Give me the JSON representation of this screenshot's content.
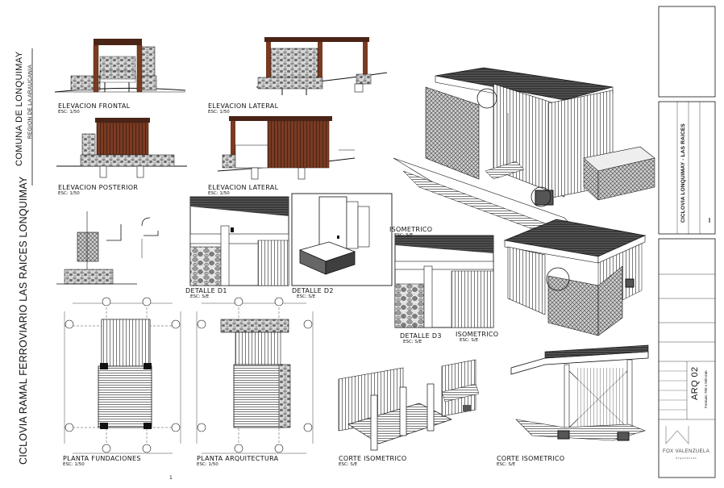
{
  "sheet": {
    "comuna": "COMUNA DE LONQUIMAY",
    "region": "REGION DE LA ARAUCANIA",
    "project_title": "CICLOVIA RAMAL FERROVIARIO LAS RAICES LONQUIMAY",
    "page_number": "1"
  },
  "views": {
    "elev_frontal": {
      "title": "ELEVACION FRONTAL",
      "scale": "ESC: 1/50"
    },
    "elev_lateral_1": {
      "title": "ELEVACION LATERAL",
      "scale": "ESC: 1/50"
    },
    "elev_posterior": {
      "title": "ELEVACION POSTERIOR",
      "scale": "ESC: 1/50"
    },
    "elev_lateral_2": {
      "title": "ELEVACION LATERAL",
      "scale": "ESC: 1/50"
    },
    "detalle_d1": {
      "title": "DETALLE D1",
      "scale": "ESC: S/E"
    },
    "detalle_d2": {
      "title": "DETALLE D2",
      "scale": "ESC: S/E"
    },
    "isometrico_1": {
      "title": "ISOMETRICO",
      "scale": "ESC: S/E"
    },
    "detalle_d3": {
      "title": "DETALLE D3",
      "scale": "ESC: S/E"
    },
    "isometrico_2": {
      "title": "ISOMETRICO",
      "scale": "ESC: S/E"
    },
    "planta_fundaciones": {
      "title": "PLANTA FUNDACIONES",
      "scale": "ESC: 1/50"
    },
    "planta_arquitectura": {
      "title": "PLANTA ARQUITECTURA",
      "scale": "ESC: 1/50"
    },
    "corte_iso_1": {
      "title": "CORTE ISOMETRICO",
      "scale": "ESC: S/E"
    },
    "corte_iso_2": {
      "title": "CORTE ISOMETRICO",
      "scale": "ESC: S/E"
    }
  },
  "title_block": {
    "vertical_title": "CICLOVIA LONQUIMAY - LAS RAICES",
    "sheet_code": "ARQ 02",
    "sheet_desc": "Formato 700 x 500 mm",
    "logo_text": "FOX VALENZUELA",
    "logo_sub": "arquitectos"
  },
  "colors": {
    "wood": "#7a3b22",
    "wood_dark": "#4a2416",
    "stone": "#9a9a9a",
    "line": "#111111"
  }
}
